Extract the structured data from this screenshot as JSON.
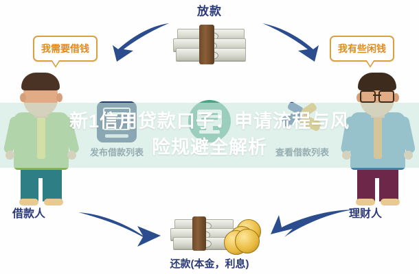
{
  "image": {
    "type": "p2p-lending-flow-infographic",
    "background_color": "#fefefe",
    "accent_blue": "#2b3a7a",
    "accent_orange": "#e08a1e",
    "accent_green": "#4aa383"
  },
  "overlay": {
    "line1": "新1信用贷款口子：申请流程与风",
    "line2": "险规避全解析",
    "banner_color": "rgba(205,232,224,.62)",
    "text_color": "#ffffff"
  },
  "diagram": {
    "top_label": "放款",
    "bottom_label": "还款(本金，利息)",
    "callouts": [
      {
        "id": "borrower-callout",
        "text": "我需要借钱"
      },
      {
        "id": "lender-callout",
        "text": "我有些闲钱"
      }
    ],
    "actors": [
      {
        "id": "borrower",
        "label": "借款人",
        "shirt": "#86b451",
        "tie": "#d9d34e",
        "pants": "#2e7f85"
      },
      {
        "id": "lender",
        "label": "理财人",
        "shirt": "#3f83a8",
        "tie": "#e08c2b",
        "pants": "#6d2748"
      }
    ],
    "services": [
      {
        "id": "publish-loan-list",
        "label": "发布借款列表",
        "icon": "document-list-icon"
      },
      {
        "id": "platform",
        "label": "",
        "icon": "monitor-platform-icon"
      },
      {
        "id": "view-loan-list",
        "label": "查看借款列表",
        "icon": "handshake-icon"
      }
    ],
    "assets": [
      {
        "id": "cash-stack-top",
        "icon": "banknote-stack-icon"
      },
      {
        "id": "cash-and-coins-bottom",
        "icon": "banknote-coins-icon"
      }
    ],
    "arrows": [
      {
        "id": "arrow-top-left",
        "direction": "down-left",
        "color": "#2b4d8e"
      },
      {
        "id": "arrow-top-right",
        "direction": "down-right",
        "color": "#2b4d8e"
      },
      {
        "id": "arrow-bottom-left",
        "direction": "down-right",
        "color": "#2b4d8e"
      },
      {
        "id": "arrow-bottom-right",
        "direction": "up-right",
        "color": "#2b4d8e"
      }
    ]
  }
}
